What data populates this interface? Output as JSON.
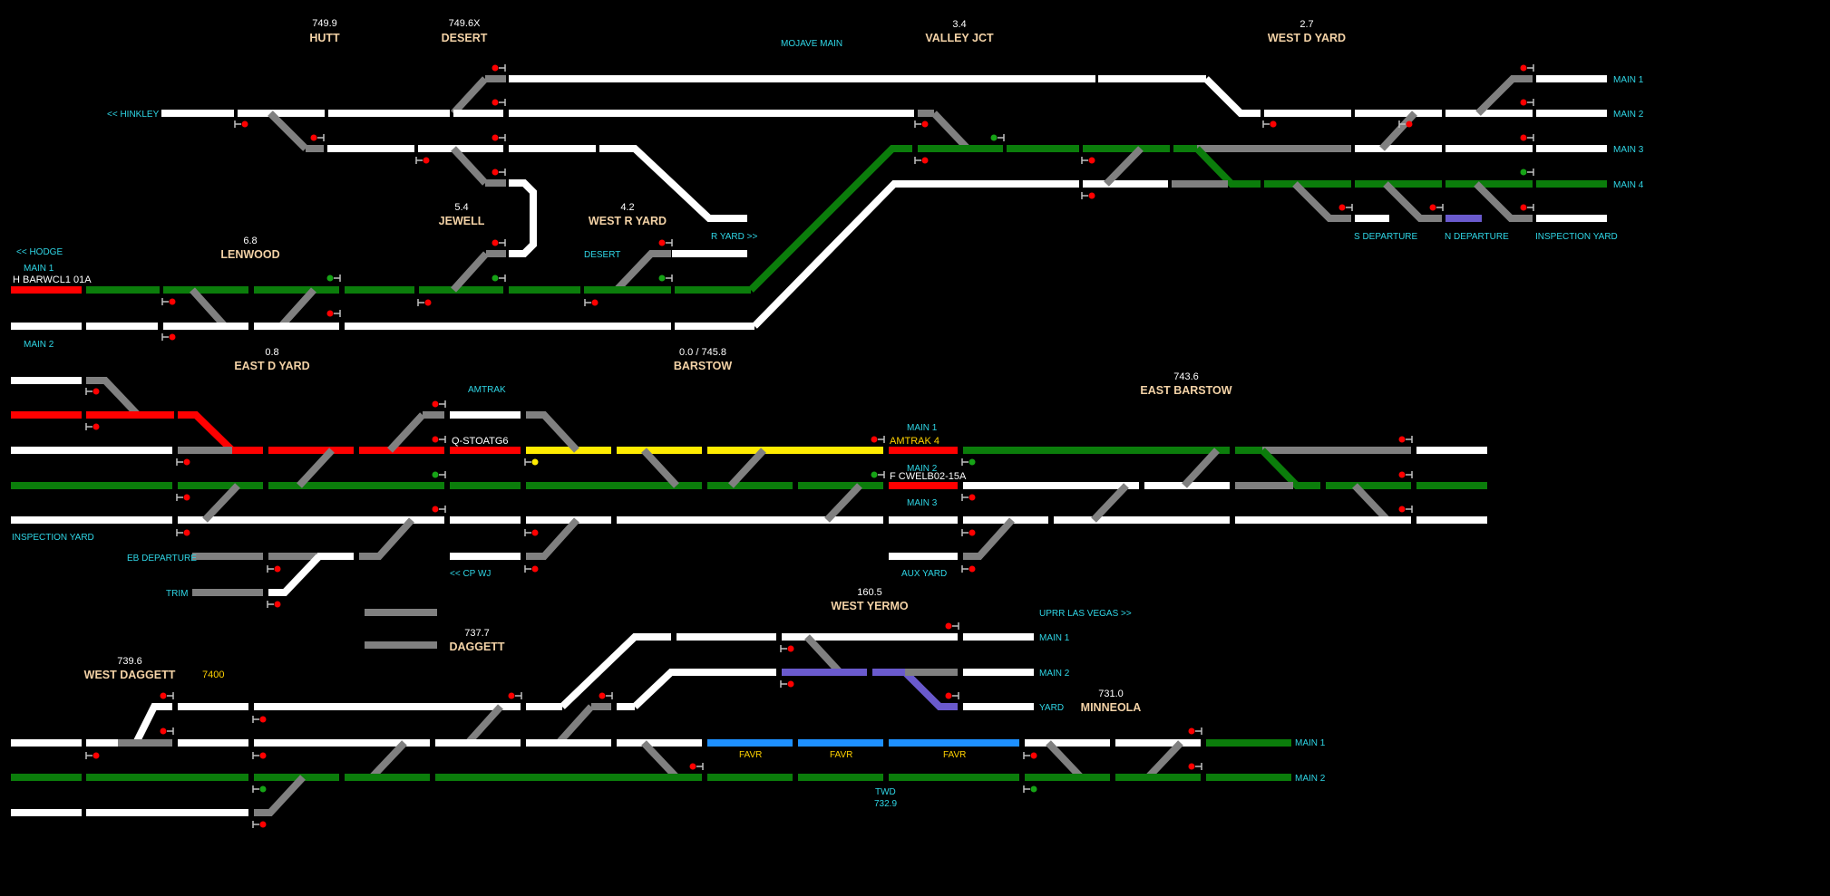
{
  "app": {
    "title": "Dispatcher Panel"
  },
  "colors": {
    "background": "#000000",
    "unoccupied": "#ffffff",
    "route": "#0b7d0b",
    "occupied": "#ff0000",
    "restricted": "#ffeb00",
    "switch_idle": "#808080",
    "work_block": "#1e90ff",
    "blocked": "#6a5acd",
    "signal_stop": "#ff0000",
    "signal_clear": "#16a316",
    "signal_approach": "#ffeb00",
    "station_text": "#f3d2a6",
    "track_label": "#2fd6e6"
  },
  "stations": [
    {
      "id": "hutt",
      "mp": "749.9",
      "name": "HUTT"
    },
    {
      "id": "desert",
      "mp": "749.6X",
      "name": "DESERT"
    },
    {
      "id": "valley-jct",
      "mp": "3.4",
      "name": "VALLEY JCT"
    },
    {
      "id": "west-d-yard",
      "mp": "2.7",
      "name": "WEST D YARD"
    },
    {
      "id": "jewell",
      "mp": "5.4",
      "name": "JEWELL"
    },
    {
      "id": "west-r-yard",
      "mp": "4.2",
      "name": "WEST R YARD"
    },
    {
      "id": "lenwood",
      "mp": "6.8",
      "name": "LENWOOD"
    },
    {
      "id": "east-d-yard",
      "mp": "0.8",
      "name": "EAST D YARD"
    },
    {
      "id": "barstow",
      "mp": "0.0 / 745.8",
      "name": "BARSTOW"
    },
    {
      "id": "east-barstow",
      "mp": "743.6",
      "name": "EAST BARSTOW"
    },
    {
      "id": "west-yermo",
      "mp": "160.5",
      "name": "WEST YERMO"
    },
    {
      "id": "daggett",
      "mp": "737.7",
      "name": "DAGGETT"
    },
    {
      "id": "west-daggett",
      "mp": "739.6",
      "name": "WEST DAGGETT"
    },
    {
      "id": "minneola",
      "mp": "731.0",
      "name": "MINNEOLA"
    }
  ],
  "track_labels": [
    {
      "id": "mojave-main",
      "text": "MOJAVE MAIN"
    },
    {
      "id": "hinkley",
      "text": "<< HINKLEY"
    },
    {
      "id": "wdy-main-1",
      "text": "MAIN 1"
    },
    {
      "id": "wdy-main-2",
      "text": "MAIN 2"
    },
    {
      "id": "wdy-main-3",
      "text": "MAIN 3"
    },
    {
      "id": "wdy-main-4",
      "text": "MAIN 4"
    },
    {
      "id": "hodge",
      "text": "<< HODGE"
    },
    {
      "id": "lenwood-main-1",
      "text": "MAIN 1"
    },
    {
      "id": "lenwood-main-2",
      "text": "MAIN 2"
    },
    {
      "id": "desert-track",
      "text": "DESERT"
    },
    {
      "id": "r-yard",
      "text": "R YARD >>"
    },
    {
      "id": "s-departure",
      "text": "S DEPARTURE"
    },
    {
      "id": "n-departure",
      "text": "N DEPARTURE"
    },
    {
      "id": "inspection-yard-east",
      "text": "INSPECTION YARD"
    },
    {
      "id": "amtrak",
      "text": "AMTRAK"
    },
    {
      "id": "barstow-main-1",
      "text": "MAIN 1"
    },
    {
      "id": "barstow-main-2",
      "text": "MAIN 2"
    },
    {
      "id": "barstow-main-3",
      "text": "MAIN 3"
    },
    {
      "id": "inspection-yard-west",
      "text": "INSPECTION YARD"
    },
    {
      "id": "eb-departure",
      "text": "EB DEPARTURE"
    },
    {
      "id": "trim",
      "text": "TRIM"
    },
    {
      "id": "cp-wj",
      "text": "<< CP WJ"
    },
    {
      "id": "aux-yard",
      "text": "AUX YARD"
    },
    {
      "id": "uprr-las-vegas",
      "text": "UPRR LAS VEGAS >>"
    },
    {
      "id": "yermo-main-1",
      "text": "MAIN 1"
    },
    {
      "id": "yermo-main-2",
      "text": "MAIN 2"
    },
    {
      "id": "yermo-yard",
      "text": "YARD"
    },
    {
      "id": "minneola-main-1",
      "text": "MAIN 1"
    },
    {
      "id": "minneola-main-2",
      "text": "MAIN 2"
    },
    {
      "id": "twd",
      "text": "TWD"
    },
    {
      "id": "twd-mp",
      "text": "732.9"
    }
  ],
  "trains": [
    {
      "id": "h-barwcl1",
      "text": "H BARWCL1 01A"
    },
    {
      "id": "q-stoatg6",
      "text": "Q-STOATG6"
    },
    {
      "id": "amtrak-4",
      "text": "AMTRAK 4"
    },
    {
      "id": "f-cwelb02",
      "text": "F CWELB02-15A"
    },
    {
      "id": "symbol-7400",
      "text": "7400"
    }
  ],
  "work_permits": [
    {
      "id": "favr-1",
      "text": "FAVR"
    },
    {
      "id": "favr-2",
      "text": "FAVR"
    },
    {
      "id": "favr-3",
      "text": "FAVR"
    }
  ]
}
